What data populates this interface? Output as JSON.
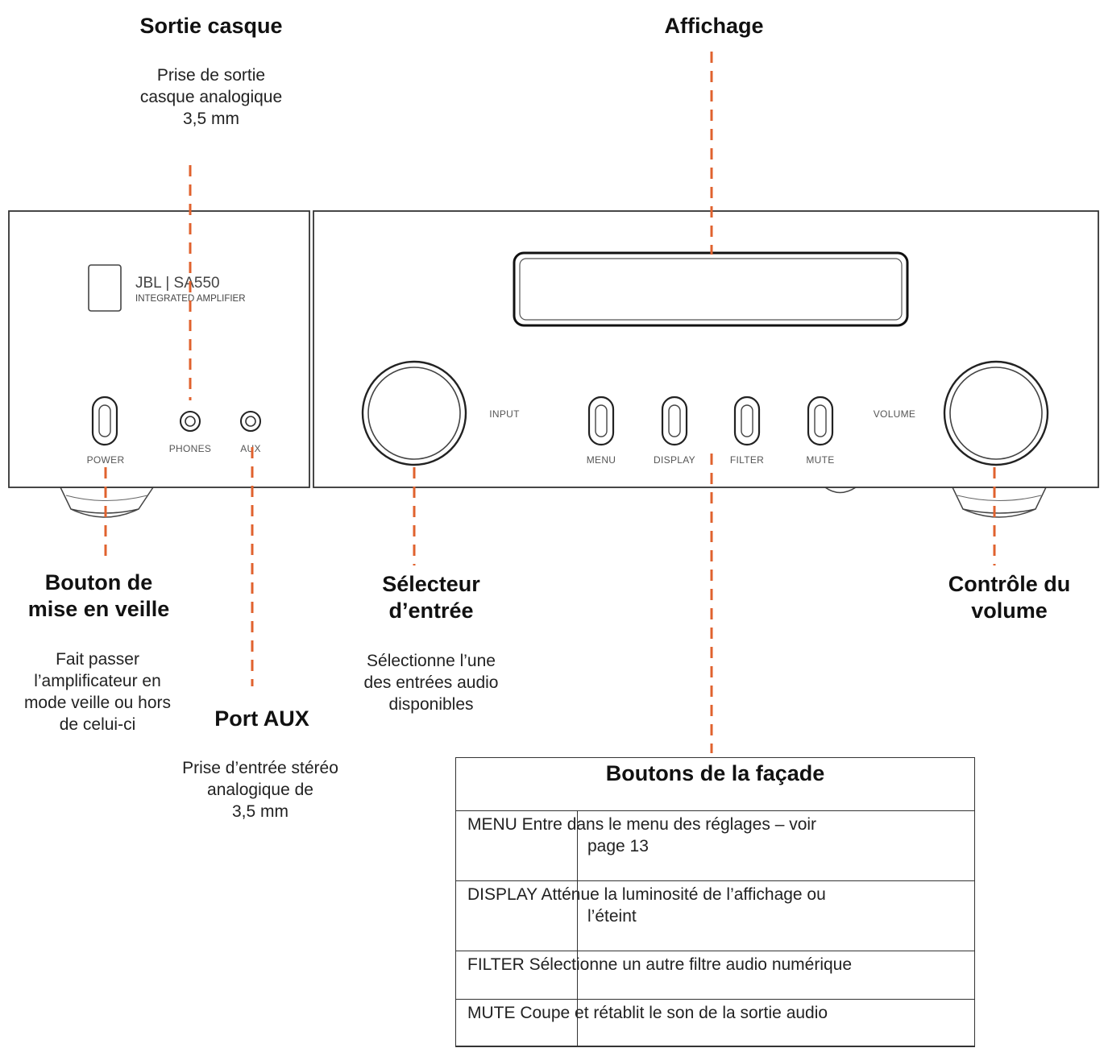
{
  "device": {
    "brand": "JBL | SA550",
    "subtitle": "INTEGRATED AMPLIFIER",
    "panel_labels": {
      "power": "POWER",
      "phones": "PHONES",
      "aux": "AUX",
      "input": "INPUT",
      "menu": "MENU",
      "display": "DISPLAY",
      "filter": "FILTER",
      "mute": "MUTE",
      "volume": "VOLUME"
    }
  },
  "callouts": {
    "headphone": {
      "title": "Sortie casque",
      "desc": [
        "Prise de sortie",
        "casque analogique",
        "3,5 mm"
      ]
    },
    "display": {
      "title": "Affichage"
    },
    "standby": {
      "title": [
        "Bouton de",
        "mise en veille"
      ],
      "desc": [
        "Fait passer",
        "l’amplificateur en",
        "mode veille ou hors",
        "de celui-ci"
      ]
    },
    "aux": {
      "title": "Port AUX",
      "desc": [
        "Prise d’entrée stéréo",
        "analogique de",
        "3,5 mm"
      ]
    },
    "input": {
      "title": [
        "Sélecteur",
        "d’entrée"
      ],
      "desc": [
        "Sélectionne l’une",
        "des entrées audio",
        "disponibles"
      ]
    },
    "volume": {
      "title": [
        "Contrôle du",
        "volume"
      ]
    }
  },
  "legend": {
    "title": "Boutons de la façade",
    "rows": [
      {
        "line1": "MENU  Entre dans le menu des réglages – voir",
        "line2": "page 13"
      },
      {
        "line1": "DISPLAY  Atténue la luminosité de l’affichage ou",
        "line2": "l’éteint"
      },
      {
        "line1": "FILTER  Sélectionne un autre filtre audio numérique",
        "line2": ""
      },
      {
        "line1": "MUTE  Coupe et rétablit le son de la sortie audio",
        "line2": ""
      }
    ]
  },
  "colors": {
    "leader_line": "#e0622e",
    "outline": "#333333"
  }
}
